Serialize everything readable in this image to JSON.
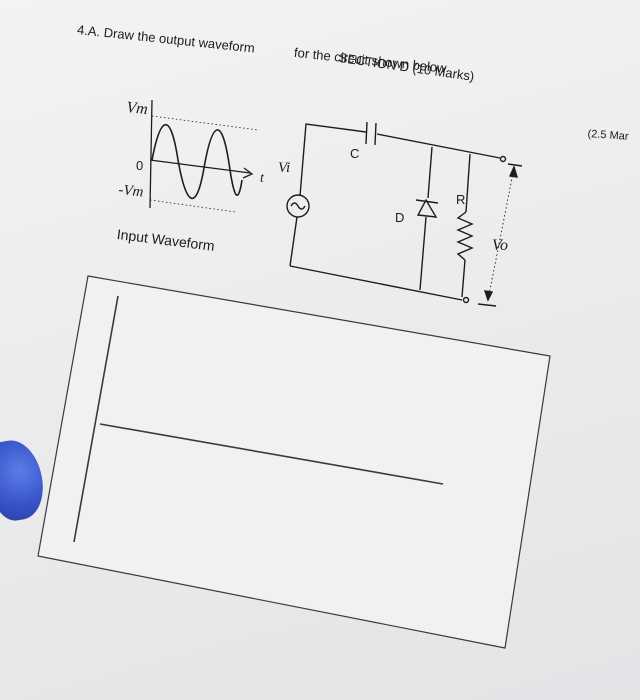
{
  "question": {
    "number": "4.A.",
    "prompt": "Draw the output waveform for the circuit shown below",
    "prompt_line1": "Draw the output waveform",
    "prompt_line2": "for the circuit shown below",
    "marks": "(2.5 Mar"
  },
  "section": {
    "title": "SECTION D",
    "marks": "(10 Marks)"
  },
  "input_waveform": {
    "caption": "Input Waveform",
    "vm": "Vm",
    "zero": "0",
    "neg_vm": "-Vm",
    "t": "t",
    "vi": "Vi"
  },
  "circuit": {
    "capacitor": "C",
    "diode": "D",
    "resistor": "R",
    "output": "Vo"
  }
}
